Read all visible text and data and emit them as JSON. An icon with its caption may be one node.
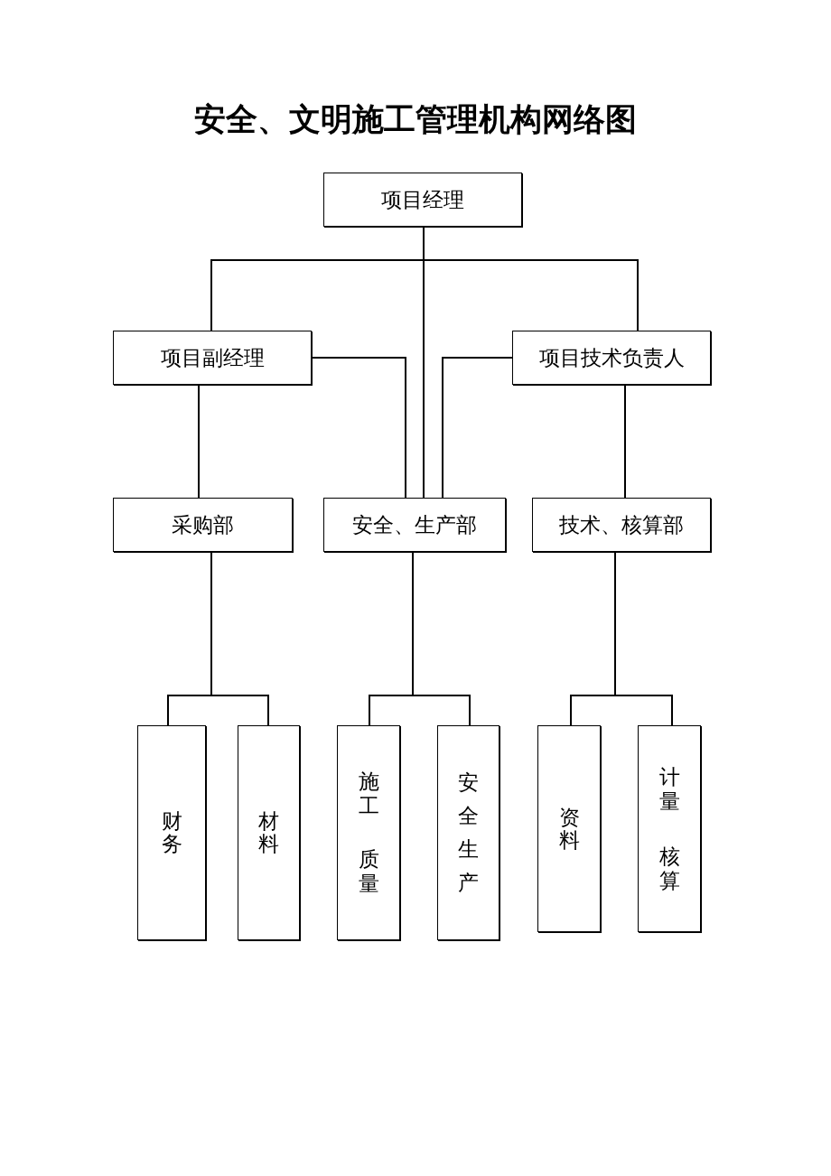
{
  "diagram": {
    "title": "安全、文明施工管理机构网络图",
    "nodes": [
      {
        "text": [
          "项目经理"
        ]
      },
      {
        "text": [
          "项目副经理"
        ]
      },
      {
        "text": [
          "项目技术负责人"
        ]
      },
      {
        "text": [
          "采购部"
        ]
      },
      {
        "text": [
          "安全、生产部"
        ]
      },
      {
        "text": [
          "技术、核算部"
        ]
      },
      {
        "text": [
          "财务"
        ]
      },
      {
        "text": [
          "材料"
        ]
      },
      {
        "text": [
          "施工",
          "质量"
        ]
      },
      {
        "text": [
          "安全生产"
        ]
      },
      {
        "text": [
          "资料"
        ]
      },
      {
        "text": [
          "计量",
          "核算"
        ]
      }
    ],
    "edges": [
      {
        "from": 0,
        "to": 1,
        "arrow": "none"
      },
      {
        "from": 0,
        "to": 2,
        "arrow": "none"
      },
      {
        "from": 0,
        "to": 4,
        "arrow": "none"
      },
      {
        "from": 1,
        "to": 4,
        "arrow": "none"
      },
      {
        "from": 2,
        "to": 4,
        "arrow": "none"
      },
      {
        "from": 1,
        "to": 3,
        "arrow": "none"
      },
      {
        "from": 2,
        "to": 5,
        "arrow": "none"
      },
      {
        "from": 3,
        "to": 6,
        "arrow": "none"
      },
      {
        "from": 3,
        "to": 7,
        "arrow": "none"
      },
      {
        "from": 4,
        "to": 8,
        "arrow": "none"
      },
      {
        "from": 4,
        "to": 9,
        "arrow": "none"
      },
      {
        "from": 5,
        "to": 10,
        "arrow": "none"
      },
      {
        "from": 5,
        "to": 11,
        "arrow": "none"
      }
    ]
  }
}
